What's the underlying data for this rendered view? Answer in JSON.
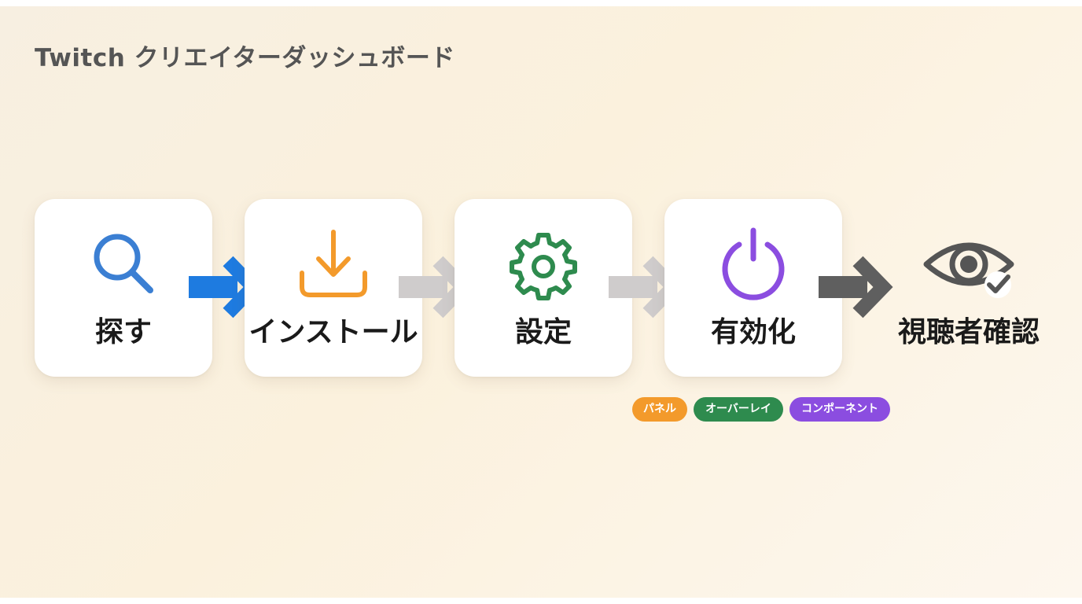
{
  "title": "Twitch クリエイターダッシュボード",
  "steps": [
    {
      "label": "探す",
      "icon": "search-icon",
      "color": "#3b7fd3"
    },
    {
      "label": "インストール",
      "icon": "download-icon",
      "color": "#f39a2b"
    },
    {
      "label": "設定",
      "icon": "gear-icon",
      "color": "#2e8b4e"
    },
    {
      "label": "有効化",
      "icon": "power-icon",
      "color": "#8b4de0"
    },
    {
      "label": "視聴者確認",
      "icon": "eye-check-icon",
      "color": "#555555"
    }
  ],
  "arrows": [
    {
      "color": "#1e7be0"
    },
    {
      "color": "#cfcccc"
    },
    {
      "color": "#cfcccc"
    },
    {
      "color": "#5f5f5f"
    }
  ],
  "tags": [
    {
      "label": "パネル",
      "color": "#f39a2b"
    },
    {
      "label": "オーバーレイ",
      "color": "#2e8b4e"
    },
    {
      "label": "コンポーネント",
      "color": "#8b4de0"
    }
  ]
}
